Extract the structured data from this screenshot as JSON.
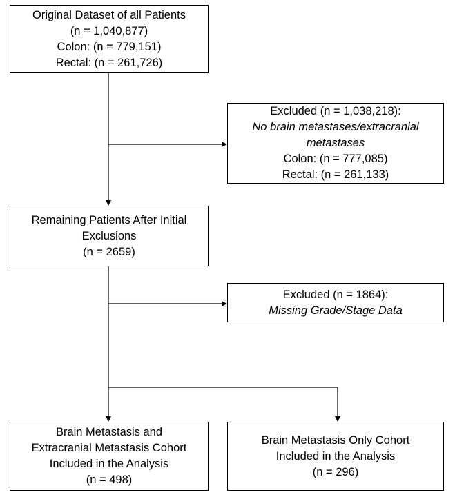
{
  "flowchart": {
    "original_dataset": {
      "lines": [
        {
          "text": "Original Dataset of all Patients"
        },
        {
          "text": "(n = 1,040,877)"
        },
        {
          "text": "Colon: (n = 779,151)"
        },
        {
          "text": "Rectal: (n = 261,726)"
        }
      ]
    },
    "exclusion_1": {
      "lines": [
        {
          "text": "Excluded (n = 1,038,218):"
        },
        {
          "text": "No brain metastases/extracranial"
        },
        {
          "text": "metastases"
        },
        {
          "text": "Colon: (n = 777,085)"
        },
        {
          "text": "Rectal: (n = 261,133)"
        }
      ]
    },
    "remaining": {
      "lines": [
        {
          "text": "Remaining Patients After Initial"
        },
        {
          "text": "Exclusions"
        },
        {
          "text": "(n = 2659)"
        }
      ]
    },
    "exclusion_2": {
      "lines": [
        {
          "text": "Excluded (n = 1864):"
        },
        {
          "text": "Missing Grade/Stage Data"
        }
      ]
    },
    "cohort_brain_extracranial": {
      "lines": [
        {
          "text": "Brain Metastasis and"
        },
        {
          "text": "Extracranial Metastasis Cohort"
        },
        {
          "text": "Included in the Analysis"
        },
        {
          "text": "(n = 498)"
        }
      ]
    },
    "cohort_brain_only": {
      "lines": [
        {
          "text": "Brain Metastasis Only Cohort"
        },
        {
          "text": "Included in the Analysis"
        },
        {
          "text": "(n = 296)"
        }
      ]
    }
  }
}
